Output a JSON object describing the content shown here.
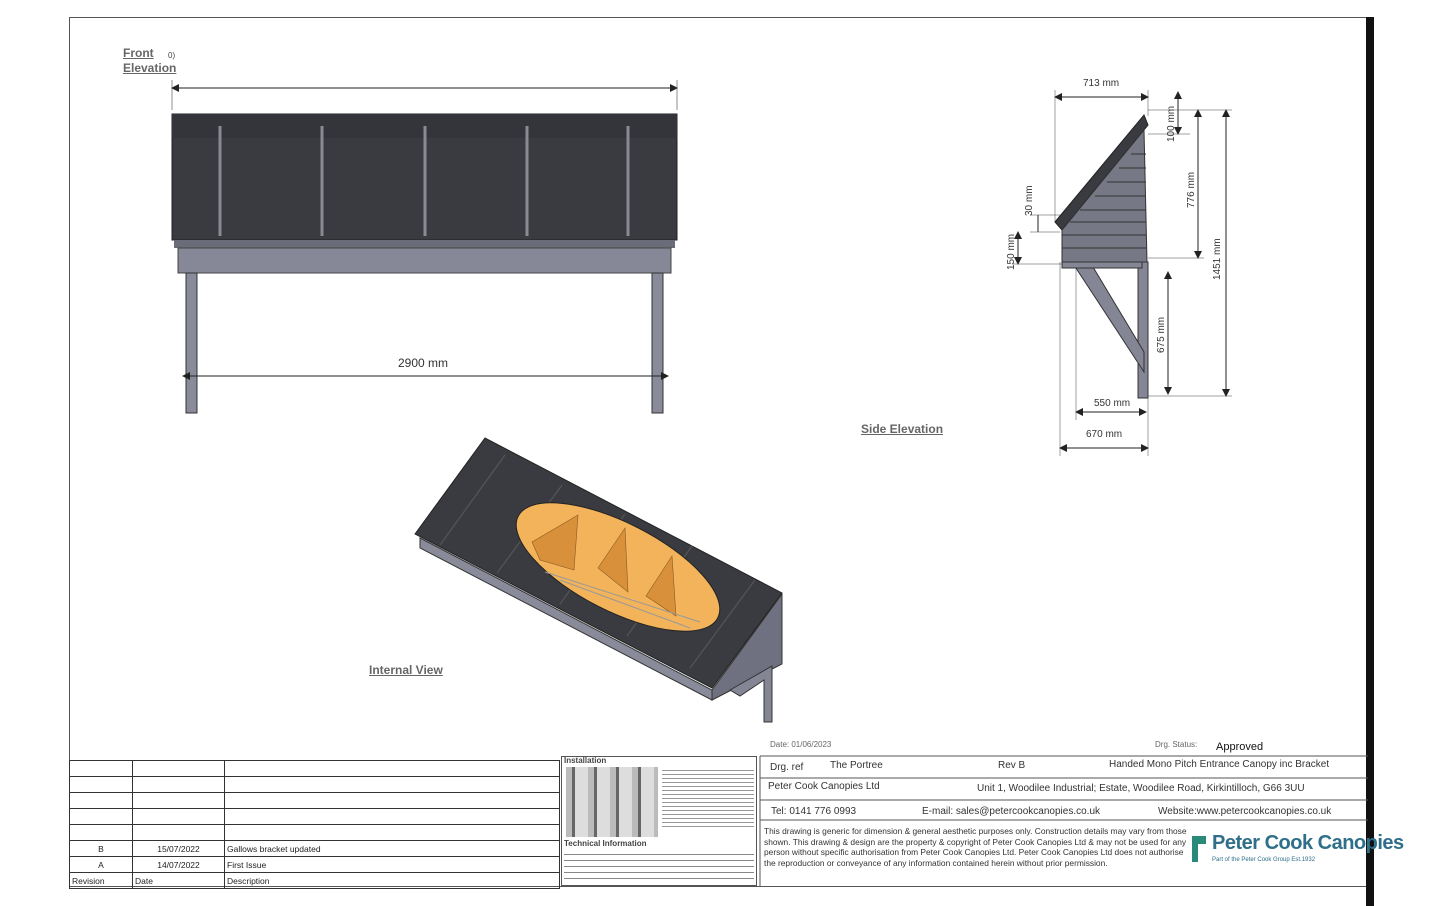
{
  "views": {
    "front_label": "Front\nElevation",
    "front_marker": "0)",
    "side_label": "Side Elevation",
    "internal_label": "Internal View"
  },
  "dimensions": {
    "front_width": "2900 mm",
    "side_top": "713 mm",
    "side_100": "100 mm",
    "side_776": "776 mm",
    "side_1451": "1451 mm",
    "side_30": "30 mm",
    "side_150": "150 mm",
    "side_675": "675 mm",
    "side_550": "550 mm",
    "side_670": "670 mm"
  },
  "title_block": {
    "date": "Date:  01/06/2023",
    "status_label": "Drg. Status:",
    "status_value": "Approved",
    "drg_ref_label": "Drg. ref",
    "drg_ref_value": "The Portree",
    "rev": "Rev B",
    "description": "Handed Mono Pitch Entrance Canopy inc Bracket",
    "company": "Peter Cook Canopies Ltd",
    "address": "Unit 1, Woodilee Industrial; Estate, Woodilee Road, Kirkintilloch, G66 3UU",
    "tel": "Tel: 0141 776 0993",
    "email": "E-mail: sales@petercookcanopies.co.uk",
    "website": "Website:www.petercookcanopies.co.uk",
    "disclaimer": "This drawing is generic for dimension & general aesthetic purposes only. Construction details may vary from those shown.  This drawing & design are the property & copyright of Peter Cook Canopies Ltd & may not be used for any person without specific authorisation from Peter Cook Canopies Ltd.  Peter Cook Canopies Ltd does not authorise the reproduction or conveyance of any information contained herein without prior permission.",
    "logo_name": "Peter Cook Canopies",
    "logo_sub": "Part of the Peter Cook Group Est.1932"
  },
  "install": {
    "title": "Installation",
    "tech_title": "Technical Information"
  },
  "revisions": {
    "headers": [
      "Revision",
      "Date",
      "Description"
    ],
    "rows": [
      {
        "rev": "B",
        "date": "15/07/2022",
        "desc": "Gallows bracket updated"
      },
      {
        "rev": "A",
        "date": "14/07/2022",
        "desc": "First Issue"
      }
    ]
  },
  "colors": {
    "roof": "#3a3b40",
    "fascia": "#7c7d8c",
    "timber": "#f2b35a"
  }
}
